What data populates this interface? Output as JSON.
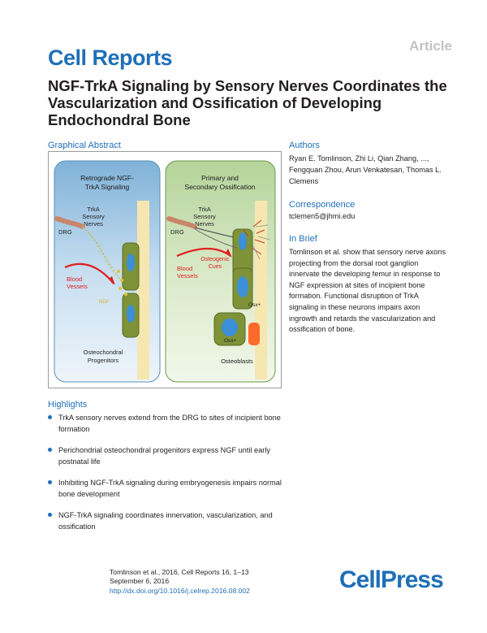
{
  "article_label": "Article",
  "journal": "Cell Reports",
  "title": "NGF-TrkA Signaling by Sensory Nerves Coordinates the Vascularization and Ossification of Developing Endochondral Bone",
  "graphical_abstract": {
    "heading": "Graphical Abstract",
    "left_panel": {
      "title_line1": "Retrograde NGF-",
      "title_line2": "TrkA Signaling",
      "trka_line1": "TrkA",
      "trka_line2": "Sensory",
      "trka_line3": "Nerves",
      "drg": "DRG",
      "blood_line1": "Blood",
      "blood_line2": "Vessels",
      "ngf": "NGF",
      "osteo_line1": "Osteochondral",
      "osteo_line2": "Progenitors"
    },
    "right_panel": {
      "title_line1": "Primary and",
      "title_line2": "Secondary Ossification",
      "trka_line1": "TrkA",
      "trka_line2": "Sensory",
      "trka_line3": "Nerves",
      "drg": "DRG",
      "blood_line1": "Blood",
      "blood_line2": "Vessels",
      "cues_line1": "Osteogenic",
      "cues_line2": "Cues",
      "osx1": "Osx+",
      "osx2": "Osx+",
      "osteoblasts": "Osteoblasts"
    }
  },
  "authors": {
    "heading": "Authors",
    "text": "Ryan E. Tomlinson, Zhi Li, Qian Zhang, ..., Fengquan Zhou, Arun Venkatesan, Thomas L. Clemens"
  },
  "correspondence": {
    "heading": "Correspondence",
    "email": "tclemen5@jhmi.edu"
  },
  "in_brief": {
    "heading": "In Brief",
    "text": "Tomlinson et al. show that sensory nerve axons projecting from the dorsal root ganglion innervate the developing femur in response to NGF expression at sites of incipient bone formation. Functional disruption of TrkA signaling in these neurons impairs axon ingrowth and retards the vascularization and ossification of bone."
  },
  "highlights": {
    "heading": "Highlights",
    "items": [
      "TrkA sensory nerves extend from the DRG to sites of incipient bone formation",
      "Perichondrial osteochondral progenitors express NGF until early postnatal life",
      "Inhibiting NGF-TrkA signaling during embryogenesis impairs normal bone development",
      "NGF-TrkA signaling coordinates innervation, vascularization, and ossification"
    ]
  },
  "citation": {
    "line1": "Tomlinson et al., 2016, Cell Reports 16, 1–13",
    "line2": "September 6, 2016",
    "doi": "http://dx.doi.org/10.1016/j.celrep.2016.08.002"
  },
  "publisher_logo": "CellPress",
  "colors": {
    "accent_blue": "#1f6fb7",
    "cell_green": "#7e9238",
    "bone_yellow": "#f6e7b0",
    "vessel_red": "#e02020"
  }
}
